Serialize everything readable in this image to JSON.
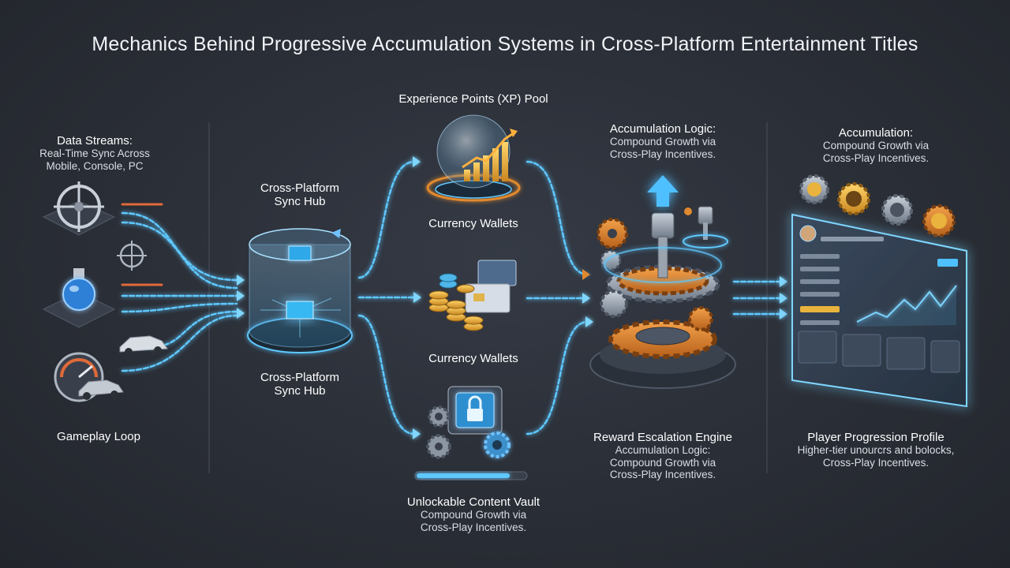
{
  "title": "Mechanics Behind Progressive Accumulation Systems in Cross-Platform Entertainment Titles",
  "data_streams": {
    "heading": "Data Streams:",
    "line1": "Real-Time Sync Across",
    "line2": "Mobile, Console, PC"
  },
  "gameplay_loop": "Gameplay Loop",
  "sync_hub_top": {
    "line1": "Cross-Platform",
    "line2": "Sync Hub"
  },
  "sync_hub_bottom": {
    "line1": "Cross-Platform",
    "line2": "Sync Hub"
  },
  "xp_pool": "Experience Points (XP) Pool",
  "currency_wallets_top": "Currency Wallets",
  "currency_wallets_bottom": "Currency Wallets",
  "vault": {
    "heading": "Unlockable Content Vault",
    "line1": "Compound Growth via",
    "line2": "Cross-Play Incentives."
  },
  "accum_logic_top": {
    "heading": "Accumulation Logic:",
    "line1": "Compound Growth via",
    "line2": "Cross-Play Incentives."
  },
  "reward_engine": {
    "heading": "Reward Escalation Engine",
    "line1": "Accumulation Logic:",
    "line2": "Compound Growth via",
    "line3": "Cross-Play Incentives."
  },
  "accumulation_right": {
    "heading": "Accumulation:",
    "line1": "Compound Growth via",
    "line2": "Cross-Play Incentives."
  },
  "player_profile": {
    "heading": "Player Progression Profile",
    "line1": "Higher-tier unourcrs and bolocks,",
    "line2": "Cross-Play Incentives."
  },
  "colors": {
    "flow": "#5ec8ff",
    "accent_orange": "#e0892f",
    "gold": "#e9b33d",
    "background": "#2c3038"
  }
}
